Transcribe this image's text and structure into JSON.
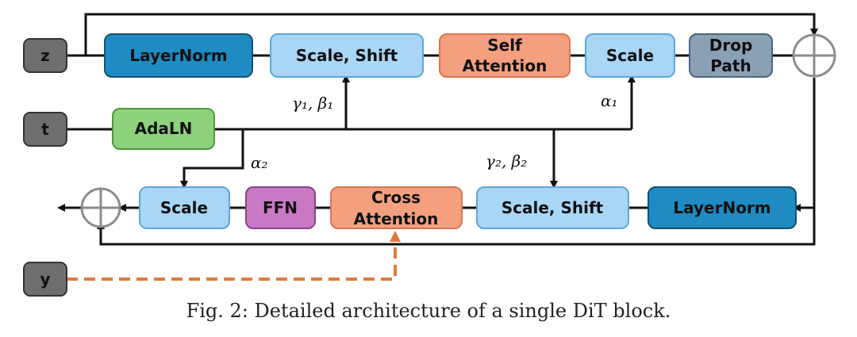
{
  "inputs": {
    "z": "z",
    "t": "t",
    "y": "y"
  },
  "top_row": {
    "layernorm": "LayerNorm",
    "scale_shift": "Scale, Shift",
    "self_attention": [
      "Self",
      "Attention"
    ],
    "scale": "Scale",
    "drop_path": [
      "Drop",
      "Path"
    ]
  },
  "middle": {
    "adaln": "AdaLN"
  },
  "bottom_row": {
    "scale": "Scale",
    "ffn": "FFN",
    "cross_attention": [
      "Cross",
      "Attention"
    ],
    "scale_shift": "Scale, Shift",
    "layernorm": "LayerNorm"
  },
  "params": {
    "gamma1_beta1": "γ₁, β₁",
    "alpha1": "α₁",
    "alpha2": "α₂",
    "gamma2_beta2": "γ₂, β₂"
  },
  "caption": "Fig. 2: Detailed architecture of a single DiT block.",
  "colors": {
    "input_fill": "#6e6e6e",
    "layernorm_fill": "#1e8bc3",
    "scale_fill": "#a9d6f5",
    "attention_fill": "#f4a07f",
    "drop_path_fill": "#8aa0b5",
    "adaln_fill": "#8fd07d",
    "ffn_fill": "#c77ac3",
    "cond_dash": "#e07a3c",
    "sum_circle": "#8c8c8c"
  }
}
